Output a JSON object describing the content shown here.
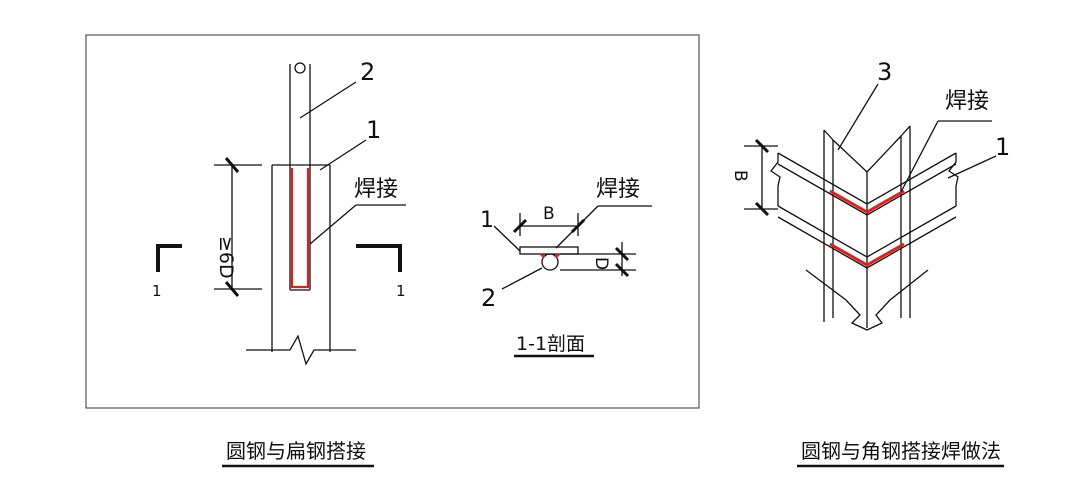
{
  "left_figure": {
    "caption": "圆钢与扁钢搭接",
    "callouts": {
      "c1": "1",
      "c2": "2"
    },
    "weld_label": "焊接",
    "length_label": "≥6D",
    "section_marks": {
      "left": "1",
      "right": "1"
    }
  },
  "section": {
    "title": "1-1剖面",
    "width_label": "B",
    "dia_label": "D",
    "weld_label": "焊接",
    "callouts": {
      "c1": "1",
      "c2": "2"
    }
  },
  "right_figure": {
    "caption": "圆钢与角钢搭接焊做法",
    "callouts": {
      "c1": "1",
      "c3": "3"
    },
    "weld_label": "焊接",
    "width_label": "B"
  },
  "colors": {
    "line": "#111111",
    "weld": "#e02020",
    "border": "#555555"
  }
}
